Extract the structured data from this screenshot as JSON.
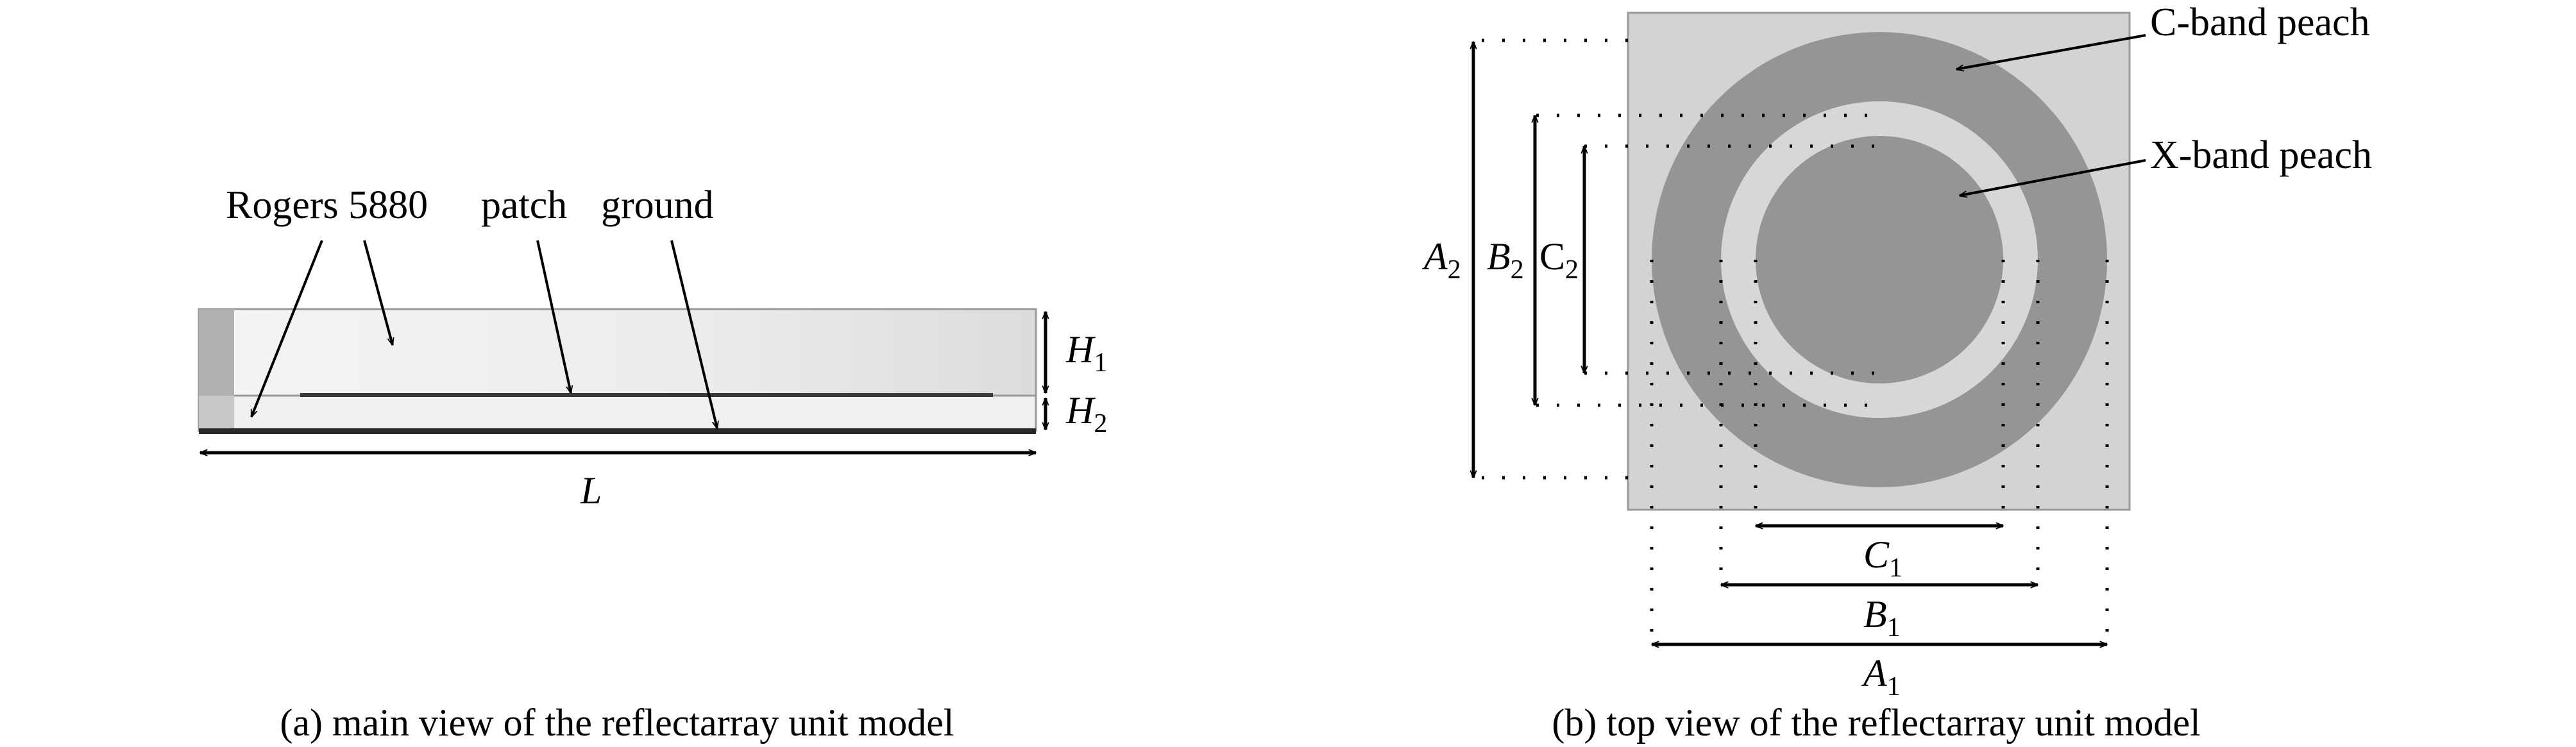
{
  "main_view": {
    "labels": {
      "rogers": "Rogers 5880",
      "patch": "patch",
      "ground": "ground"
    },
    "dims": {
      "h1": {
        "main": "H",
        "sub": "1"
      },
      "h2": {
        "main": "H",
        "sub": "2"
      },
      "l": {
        "main": "L",
        "sub": ""
      }
    },
    "caption": "(a) main view of the reflectarray unit model"
  },
  "top_view": {
    "labels": {
      "c_band": "C-band peach",
      "x_band": "X-band peach"
    },
    "dims": {
      "a2": {
        "main": "A",
        "sub": "2"
      },
      "b2": {
        "main": "B",
        "sub": "2"
      },
      "c2": {
        "main": "C",
        "sub": "2"
      },
      "c1": {
        "main": "C",
        "sub": "1"
      },
      "b1": {
        "main": "B",
        "sub": "1"
      },
      "a1": {
        "main": "A",
        "sub": "1"
      }
    },
    "caption": "(b) top view of the reflectarray unit model"
  },
  "colors": {
    "substrate": "#d3d3d3",
    "c_ring": "#959595",
    "x_gap": "#d7d7d7",
    "x_patch": "#959595",
    "side_face": "#b0b0b0"
  }
}
